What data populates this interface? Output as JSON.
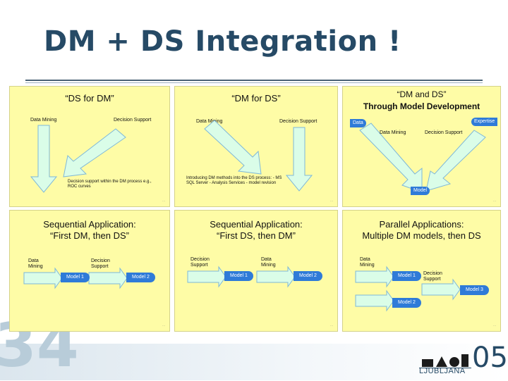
{
  "slide": {
    "title": "DM + DS Integration !",
    "number": "34"
  },
  "panels": [
    {
      "title": "“DS for DM”",
      "labels": [
        "Data Mining",
        "Decision Support"
      ],
      "note": "Decision support within the DM process e.g., ROC curves"
    },
    {
      "title": "“DM for DS”",
      "labels": [
        "Data Mining",
        "Decision Support"
      ],
      "note": "Introducing DM methods into the DS process: - MS SQL Server - Analysis Services - model revision"
    },
    {
      "title_line1": "“DM and DS”",
      "title_line2": "Through Model Development",
      "labels": [
        "Data",
        "Expertise",
        "Data Mining",
        "Decision Support",
        "Model"
      ]
    },
    {
      "title_line1": "Sequential Application:",
      "title_line2": "“First DM, then DS”",
      "labels": [
        "Data Mining",
        "Decision Support",
        "Model 1",
        "Model 2"
      ]
    },
    {
      "title_line1": "Sequential Application:",
      "title_line2": "“First DS, then DM”",
      "labels": [
        "Decision Support",
        "Data Mining",
        "Model 1",
        "Model 2"
      ]
    },
    {
      "title_line1": "Parallel Applications:",
      "title_line2": "Multiple DM models, then DS",
      "labels": [
        "Data Mining",
        "Decision Support",
        "Model 1",
        "Model 2",
        "Model 3"
      ]
    }
  ],
  "logo": {
    "city": "LJUBLJANA",
    "year": "05"
  },
  "colors": {
    "title": "#264a66",
    "panel": "#fefca6",
    "arrow_fill": "#dafde8",
    "arrow_stroke": "#7fb8d8",
    "box": "#2f7bd8"
  }
}
